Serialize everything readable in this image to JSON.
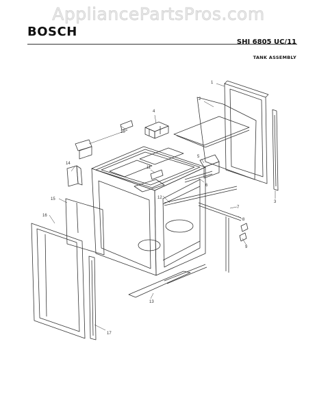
{
  "watermark": "AppliancePartsPros.com",
  "brand": "BOSCH",
  "model": "SHI 6805 UC/11",
  "section_title": "TANK ASSEMBLY",
  "callouts": [
    "1",
    "2",
    "3",
    "4",
    "5",
    "6",
    "7",
    "8",
    "9",
    "10",
    "11",
    "12",
    "13",
    "14",
    "15",
    "16",
    "17"
  ]
}
